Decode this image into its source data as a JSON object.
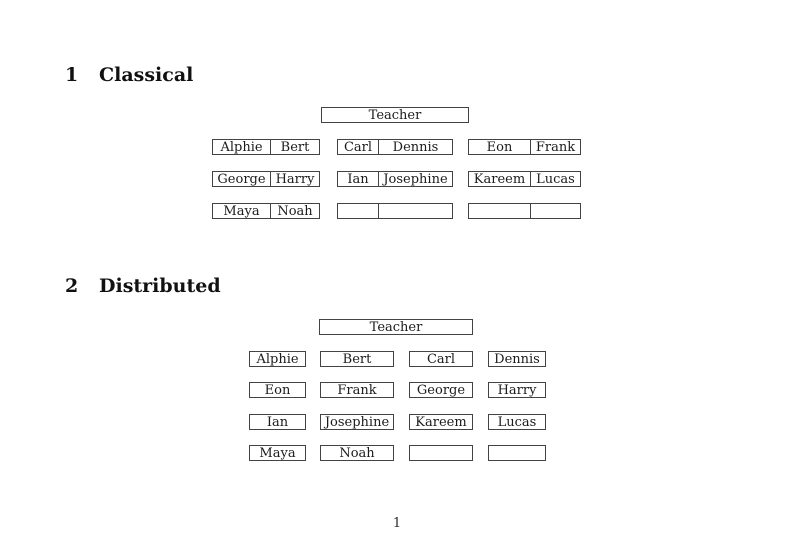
{
  "page_number": "1",
  "classical": {
    "heading_number": "1",
    "heading_title": "Classical",
    "teacher_label": "Teacher",
    "desks": [
      {
        "seats": [
          "Alphie",
          "Bert"
        ]
      },
      {
        "seats": [
          "Carl",
          "Dennis"
        ]
      },
      {
        "seats": [
          "Eon",
          "Frank"
        ]
      },
      {
        "seats": [
          "George",
          "Harry"
        ]
      },
      {
        "seats": [
          "Ian",
          "Josephine"
        ]
      },
      {
        "seats": [
          "Kareem",
          "Lucas"
        ]
      },
      {
        "seats": [
          "Maya",
          "Noah"
        ]
      },
      {
        "seats": [
          "",
          ""
        ]
      },
      {
        "seats": [
          "",
          ""
        ]
      }
    ]
  },
  "distributed": {
    "heading_number": "2",
    "heading_title": "Distributed",
    "teacher_label": "Teacher",
    "desks": [
      {
        "name": "Alphie"
      },
      {
        "name": "Bert"
      },
      {
        "name": "Carl"
      },
      {
        "name": "Dennis"
      },
      {
        "name": "Eon"
      },
      {
        "name": "Frank"
      },
      {
        "name": "George"
      },
      {
        "name": "Harry"
      },
      {
        "name": "Ian"
      },
      {
        "name": "Josephine"
      },
      {
        "name": "Kareem"
      },
      {
        "name": "Lucas"
      },
      {
        "name": "Maya"
      },
      {
        "name": "Noah"
      },
      {
        "name": ""
      },
      {
        "name": ""
      }
    ]
  }
}
